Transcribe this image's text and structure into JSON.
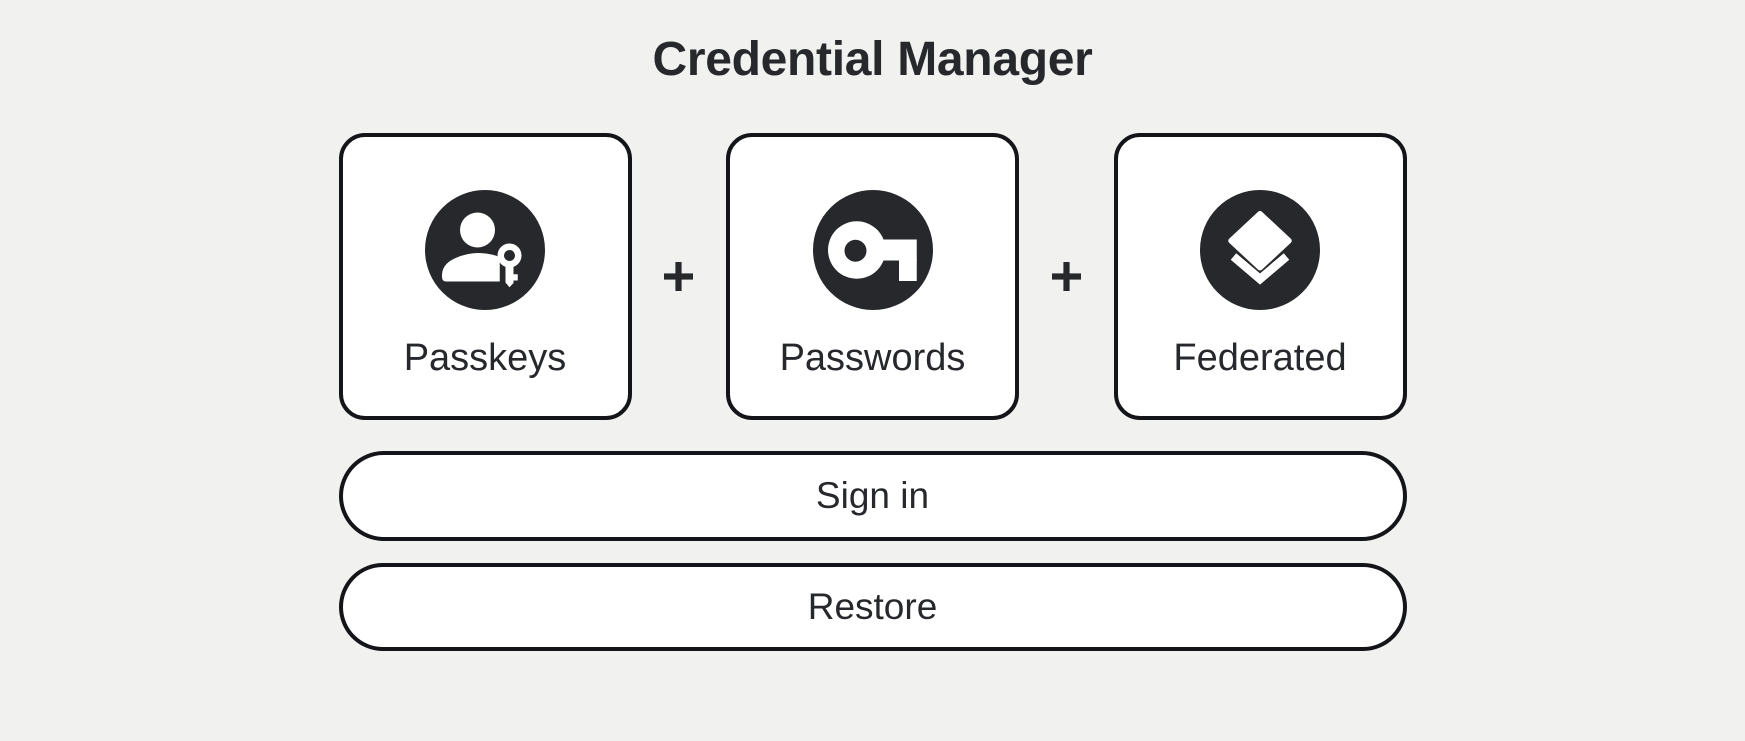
{
  "title": "Credential Manager",
  "cards": [
    {
      "label": "Passkeys",
      "icon": "passkey-person-icon"
    },
    {
      "label": "Passwords",
      "icon": "password-key-icon"
    },
    {
      "label": "Federated",
      "icon": "federated-layers-icon"
    }
  ],
  "plus_separator": "+",
  "buttons": {
    "sign_in": "Sign in",
    "restore": "Restore"
  },
  "colors": {
    "page_background": "#f1f1f0",
    "surface": "#ffffff",
    "outline": "#141518",
    "ink": "#26282b"
  }
}
